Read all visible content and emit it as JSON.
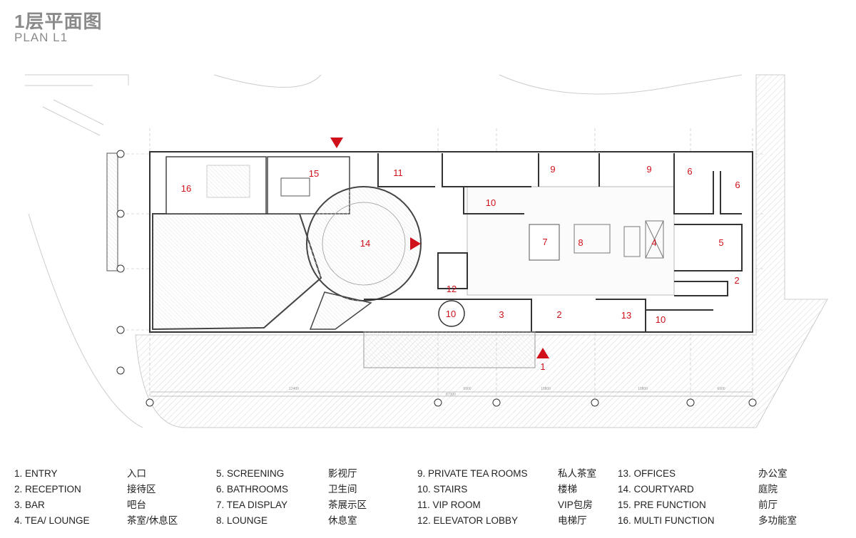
{
  "title": "1层平面图",
  "subtitle": "PLAN L1",
  "colors": {
    "accent": "#d0101a",
    "wall": "#333333",
    "hatch": "#cfcfcf"
  },
  "room_labels": [
    "16",
    "15",
    "11",
    "10",
    "9",
    "9",
    "6",
    "6",
    "14",
    "7",
    "8",
    "4",
    "5",
    "12",
    "2",
    "10",
    "3",
    "2",
    "13",
    "10",
    "1"
  ],
  "dimensions": [
    "12400",
    "6900",
    "10800",
    "10800",
    "6900",
    "67300"
  ],
  "legend": [
    [
      {
        "en": "1. ENTRY",
        "zh": "入口"
      },
      {
        "en": "2. RECEPTION",
        "zh": "接待区"
      },
      {
        "en": "3. BAR",
        "zh": "吧台"
      },
      {
        "en": "4. TEA/ LOUNGE",
        "zh": "茶室/休息区"
      }
    ],
    [
      {
        "en": "5. SCREENING",
        "zh": "影视厅"
      },
      {
        "en": "6. BATHROOMS",
        "zh": "卫生间"
      },
      {
        "en": "7. TEA DISPLAY",
        "zh": "茶展示区"
      },
      {
        "en": "8. LOUNGE",
        "zh": "休息室"
      }
    ],
    [
      {
        "en": "9. PRIVATE TEA ROOMS",
        "zh": "私人茶室"
      },
      {
        "en": "10. STAIRS",
        "zh": "楼梯"
      },
      {
        "en": "11. VIP ROOM",
        "zh": "VIP包房"
      },
      {
        "en": "12. ELEVATOR LOBBY",
        "zh": "电梯厅"
      }
    ],
    [
      {
        "en": "13. OFFICES",
        "zh": "办公室"
      },
      {
        "en": "14. COURTYARD",
        "zh": "庭院"
      },
      {
        "en": "15. PRE FUNCTION",
        "zh": "前厅"
      },
      {
        "en": "16. MULTI FUNCTION",
        "zh": "多功能室"
      }
    ]
  ]
}
